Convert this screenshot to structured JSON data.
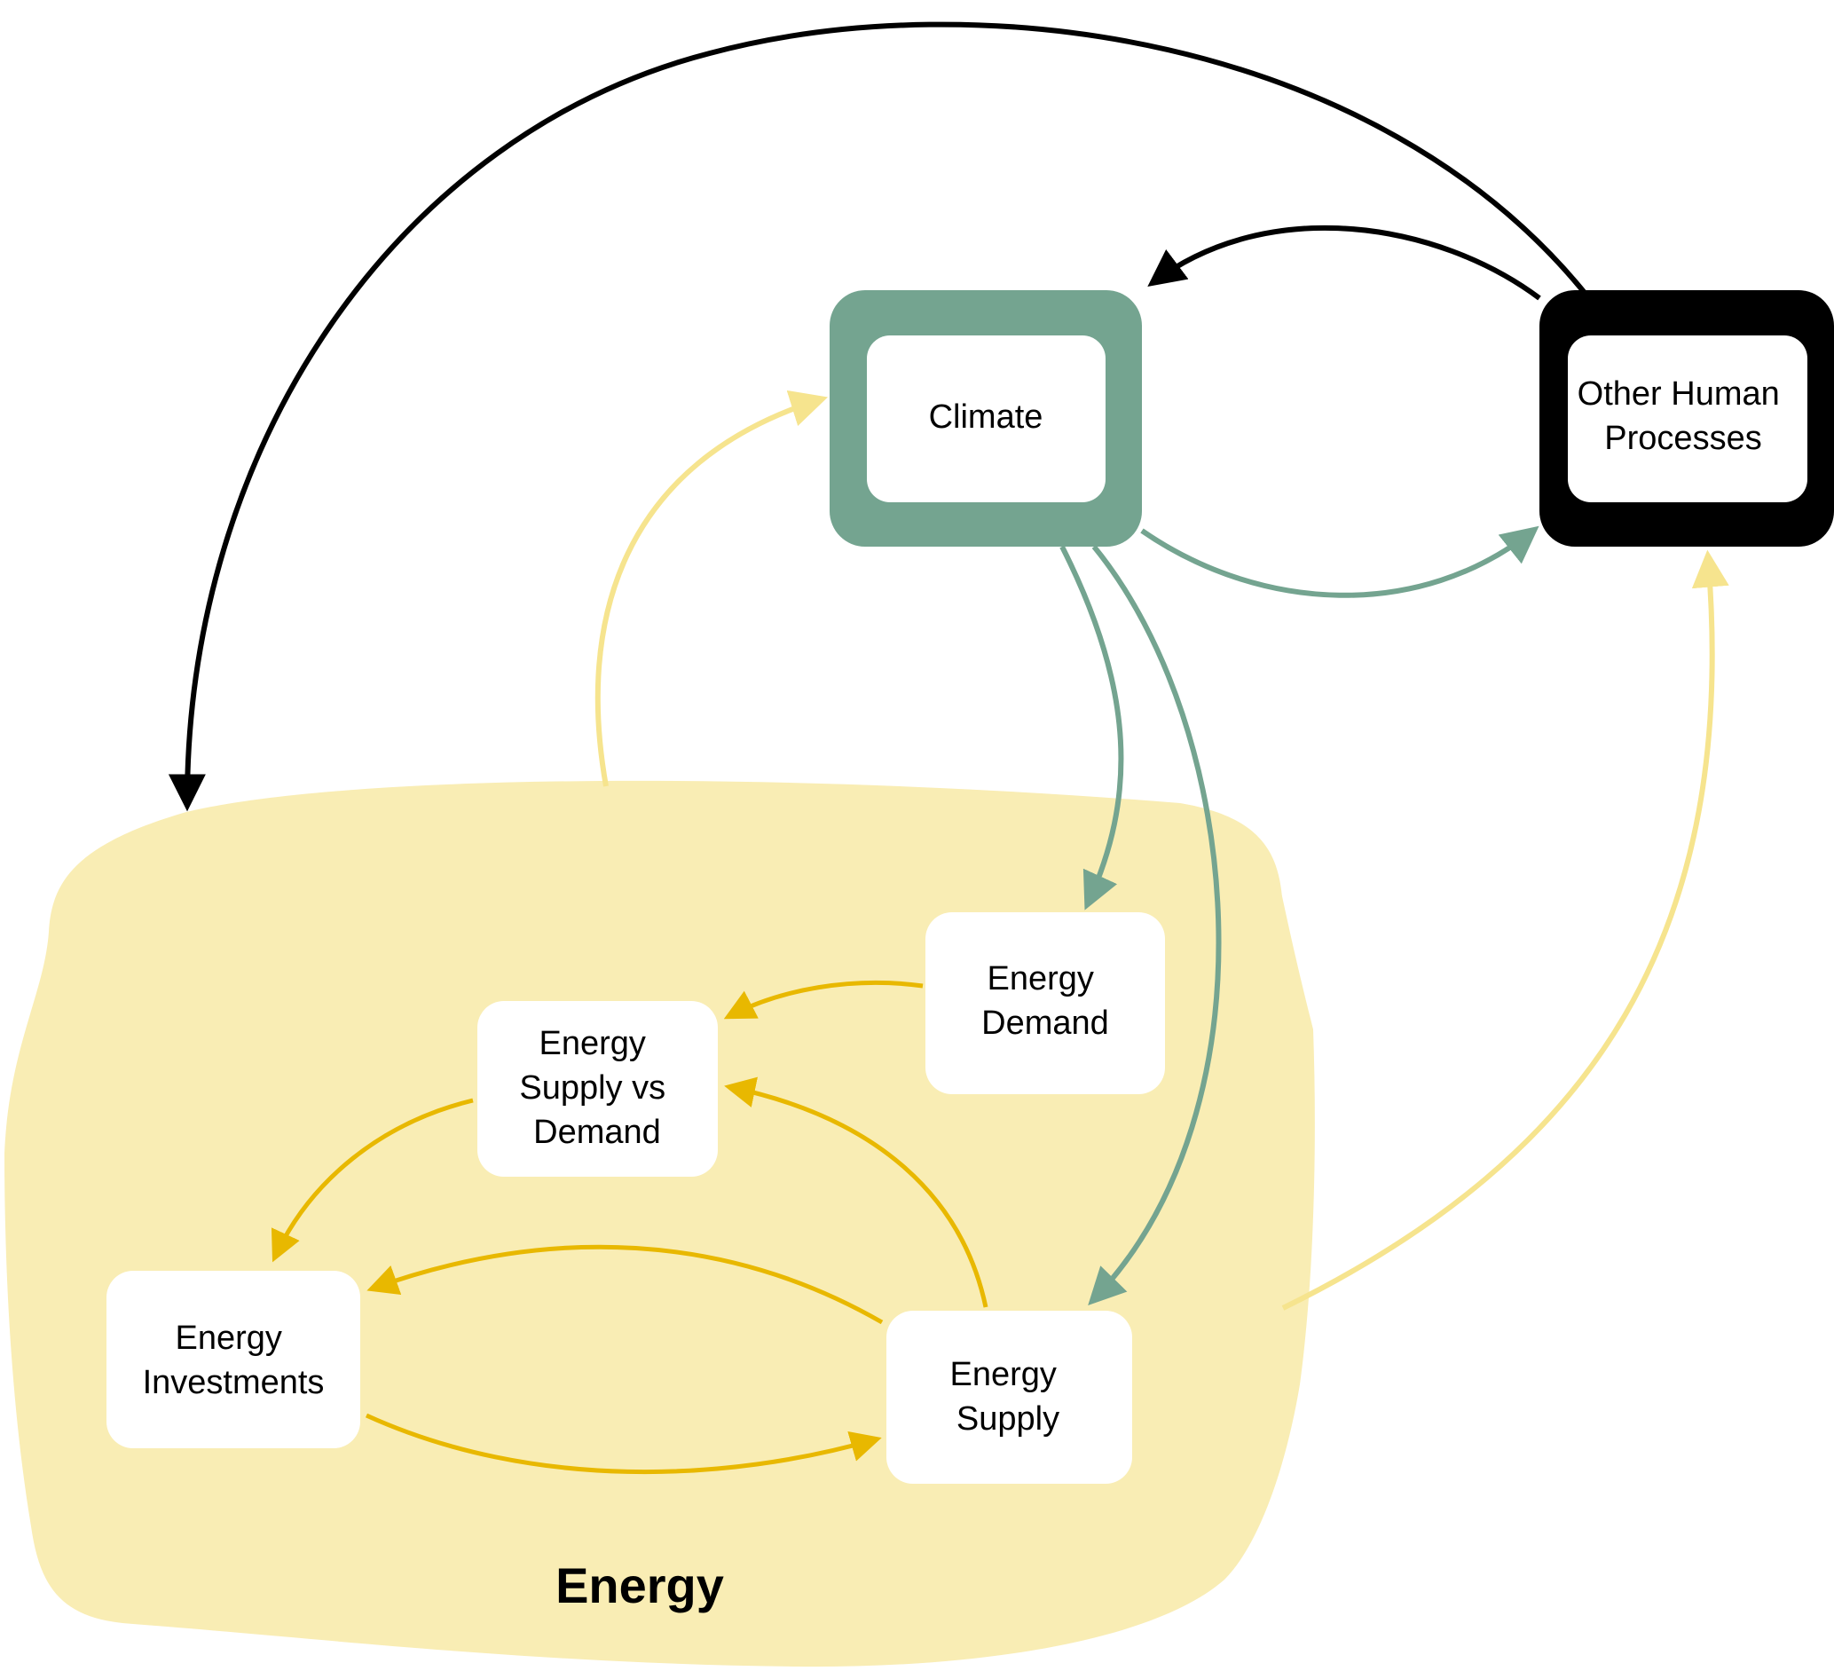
{
  "colors": {
    "background": "#ffffff",
    "energy_region": "#F9EDB4",
    "climate": "#74A490",
    "human": "#000000",
    "energy_arrow": "#E8B800",
    "energy_out_arrow": "#F6E48E",
    "node_fill": "#ffffff",
    "text": "#000000"
  },
  "group": {
    "label": "Energy"
  },
  "nodes": {
    "climate": {
      "lines": [
        "Climate"
      ]
    },
    "other_human": {
      "lines": [
        "Other Human",
        "Processes"
      ]
    },
    "energy_demand": {
      "lines": [
        "Energy",
        "Demand"
      ]
    },
    "energy_svd": {
      "lines": [
        "Energy",
        "Supply vs",
        "Demand"
      ]
    },
    "energy_investments": {
      "lines": [
        "Energy",
        "Investments"
      ]
    },
    "energy_supply": {
      "lines": [
        "Energy",
        "Supply"
      ]
    }
  },
  "edges": [
    {
      "from": "other_human",
      "to": "energy_region",
      "kind": "human"
    },
    {
      "from": "other_human",
      "to": "climate",
      "kind": "human"
    },
    {
      "from": "climate",
      "to": "other_human",
      "kind": "climate"
    },
    {
      "from": "climate",
      "to": "energy_demand",
      "kind": "climate"
    },
    {
      "from": "climate",
      "to": "energy_supply",
      "kind": "climate"
    },
    {
      "from": "energy_region",
      "to": "climate",
      "kind": "energy_out"
    },
    {
      "from": "energy_region",
      "to": "other_human",
      "kind": "energy_out"
    },
    {
      "from": "energy_demand",
      "to": "energy_svd",
      "kind": "energy"
    },
    {
      "from": "energy_supply",
      "to": "energy_svd",
      "kind": "energy"
    },
    {
      "from": "energy_svd",
      "to": "energy_investments",
      "kind": "energy"
    },
    {
      "from": "energy_supply",
      "to": "energy_investments",
      "kind": "energy"
    },
    {
      "from": "energy_investments",
      "to": "energy_supply",
      "kind": "energy"
    }
  ]
}
